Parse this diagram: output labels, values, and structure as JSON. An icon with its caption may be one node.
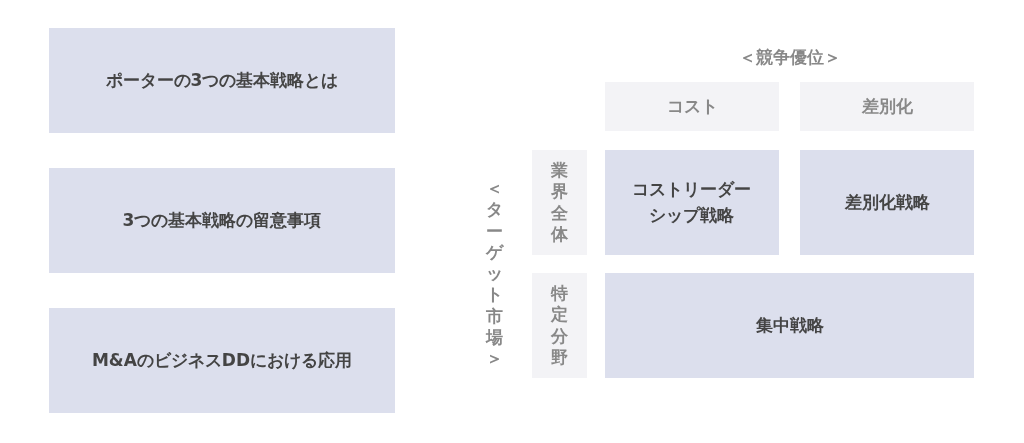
{
  "diagram": {
    "nodes": [
      {
        "text": [
          "ポーターの3つの基本戦略とは"
        ]
      },
      {
        "text": [
          "3つの基本戦略の留意事項"
        ]
      },
      {
        "text": [
          "M&AのビジネスDDにおける応用"
        ]
      },
      {
        "text": [
          "コスト"
        ]
      },
      {
        "text": [
          "差別化"
        ]
      },
      {
        "text": [
          "業界全体"
        ]
      },
      {
        "text": [
          "コストリーダーシップ戦略"
        ]
      },
      {
        "text": [
          "差別化戦略"
        ]
      },
      {
        "text": [
          "特定分野"
        ]
      },
      {
        "text": [
          "集中戦略"
        ]
      }
    ],
    "edges": [],
    "labels": [
      "＜競争優位＞",
      "＜ターゲット市場＞"
    ]
  }
}
